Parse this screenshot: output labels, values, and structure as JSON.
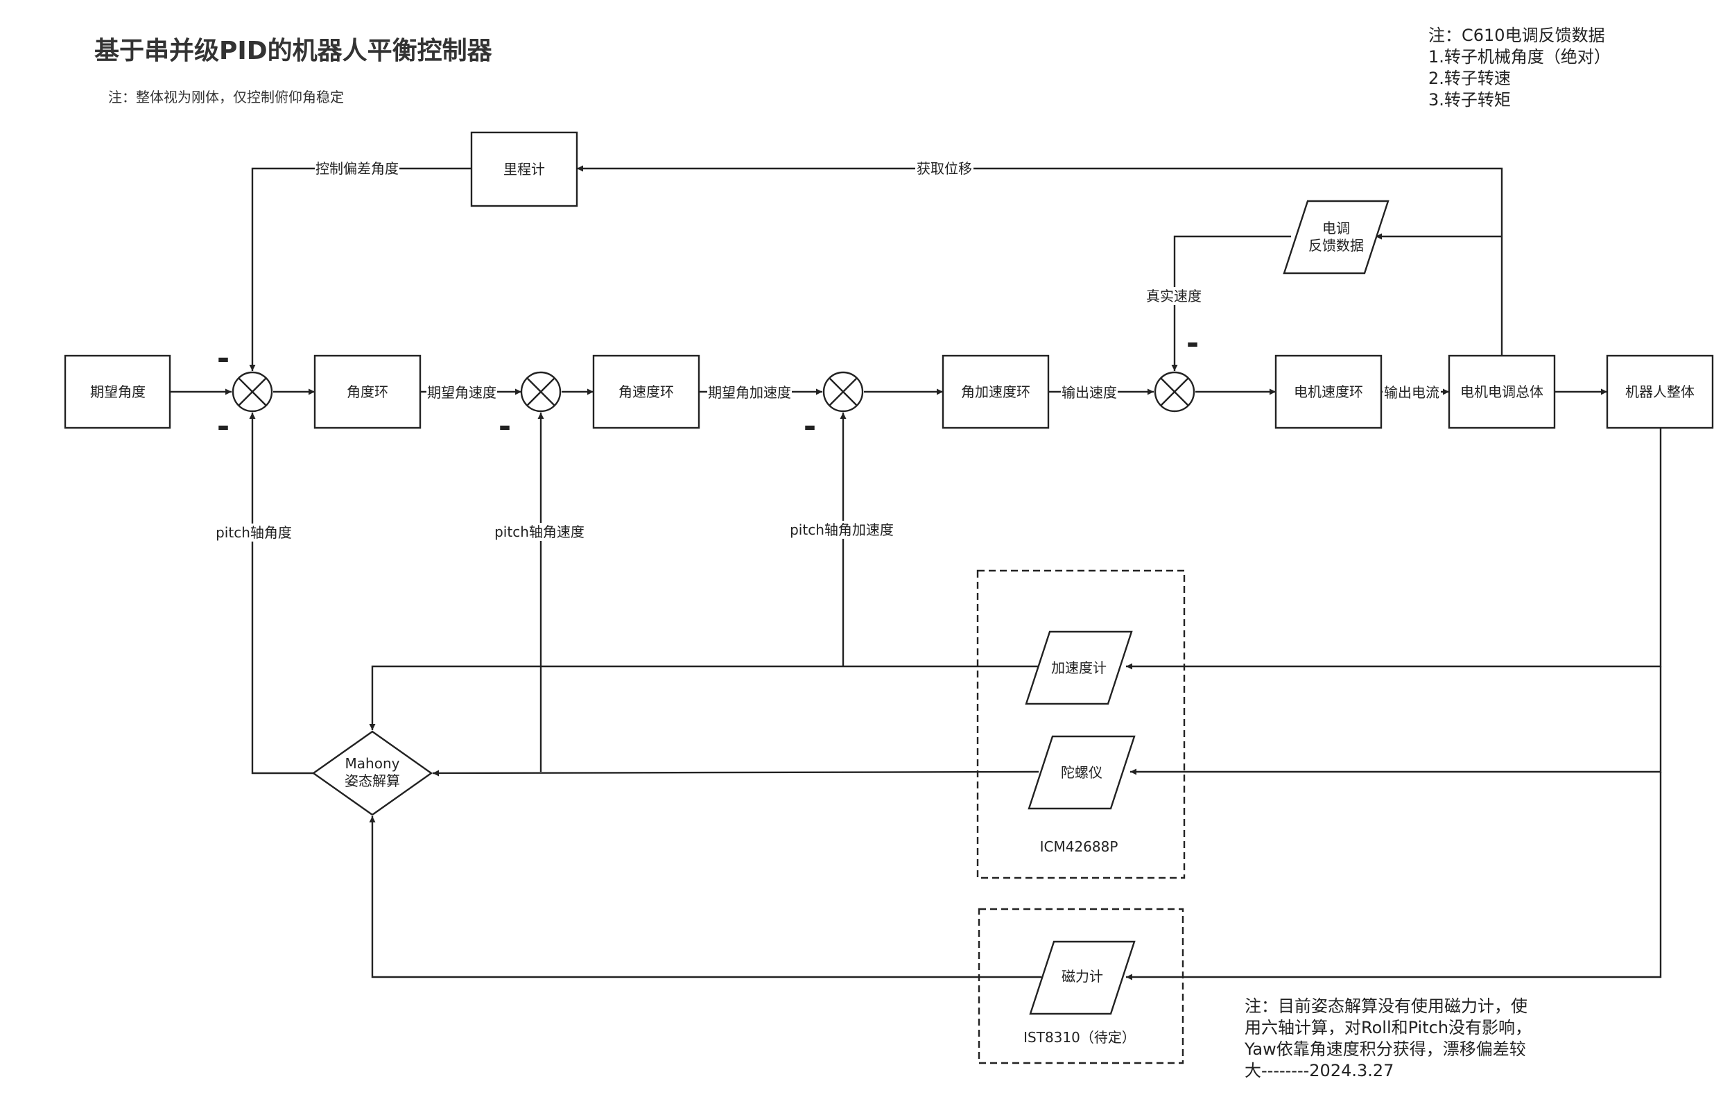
{
  "title": "基于串并级PID的机器人平衡控制器",
  "note_rigid": "注：整体视为刚体，仅控制俯仰角稳定",
  "note_feedback": {
    "heading": "注：C610电调反馈数据",
    "items": [
      "1.转子机械角度（绝对）",
      "2.转子转速",
      "3.转子转矩"
    ]
  },
  "note_bottom": {
    "lines": [
      "注：目前姿态解算没有使用磁力计，使",
      "用六轴计算，对Roll和Pitch没有影响，",
      "Yaw依靠角速度积分获得，漂移偏差较",
      "大--------2024.3.27"
    ]
  },
  "blocks": {
    "desired_angle": "期望角度",
    "angle_loop": "角度环",
    "angular_velocity_loop": "角速度环",
    "angular_accel_loop": "角加速度环",
    "motor_speed_loop": "电机速度环",
    "esc_overall": "电机电调总体",
    "robot_overall": "机器人整体",
    "odometer": "里程计",
    "esc_feedback_line1": "电调",
    "esc_feedback_line2": "反馈数据",
    "accelerometer": "加速度计",
    "gyroscope": "陀螺仪",
    "magnetometer": "磁力计",
    "mahony_line1": "Mahony",
    "mahony_line2": "姿态解算"
  },
  "groups": {
    "imu": "ICM42688P",
    "mag": "IST8310（待定）"
  },
  "signals": {
    "desired_angular_velocity": "期望角速度",
    "desired_angular_accel": "期望角加速度",
    "output_velocity": "输出速度",
    "output_current": "输出电流",
    "control_deviation_angle": "控制偏差角度",
    "get_displacement": "获取位移",
    "real_velocity": "真实速度",
    "pitch_angle": "pitch轴角度",
    "pitch_angular_velocity": "pitch轴角速度",
    "pitch_angular_accel": "pitch轴角加速度"
  },
  "minus_sign": "-"
}
